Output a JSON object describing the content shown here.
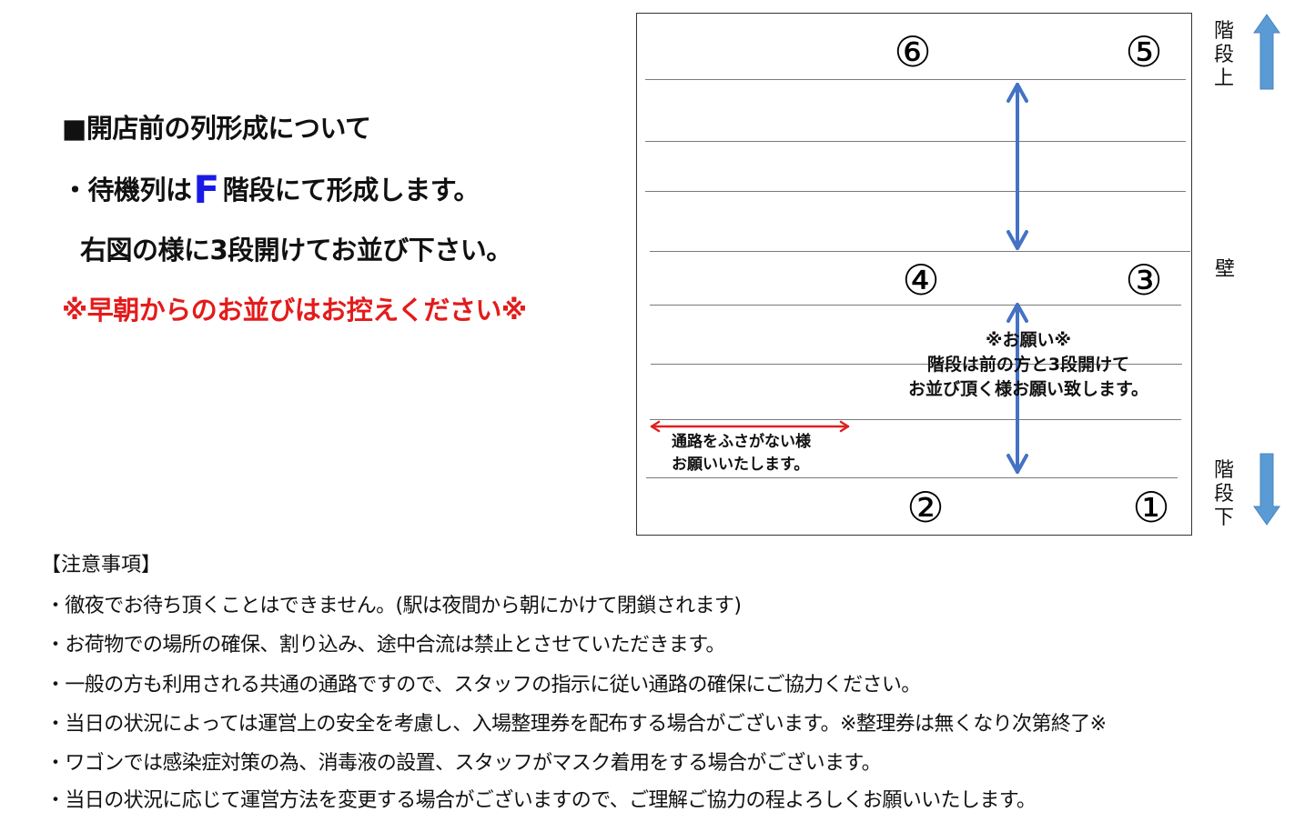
{
  "instructions": {
    "heading": "■開店前の列形成について",
    "line1_prefix": "・待機列は",
    "line1_accent": "F",
    "line1_suffix": "階段にて形成します。",
    "line2": "右図の様に3段開けてお並び下さい。",
    "warning": "※早朝からのお並びはお控えください※"
  },
  "colors": {
    "accent_blue_letter": "#1a1ae6",
    "warning_red": "#e41b1b",
    "arrow_blue": "#4472c4",
    "side_arrow_blue": "#5b9bd5",
    "passage_arrow_red": "#e02020",
    "line_gray": "#7a7a7a"
  },
  "diagram": {
    "positions": [
      {
        "id": 6,
        "label": "⑥"
      },
      {
        "id": 5,
        "label": "⑤"
      },
      {
        "id": 4,
        "label": "④"
      },
      {
        "id": 3,
        "label": "③"
      },
      {
        "id": 2,
        "label": "②"
      },
      {
        "id": 1,
        "label": "①"
      }
    ],
    "spacing_note": {
      "line1": "※お願い※",
      "line2": "階段は前の方と3段開けて",
      "line3": "お並び頂く様お願い致します。"
    },
    "passage_note": {
      "line1": "通路をふさがない様",
      "line2": "お願いいたします。"
    },
    "side": {
      "stairs_up": [
        "階",
        "段",
        "上"
      ],
      "wall": "壁",
      "stairs_down": [
        "階",
        "段",
        "下"
      ]
    }
  },
  "notices": {
    "title": "【注意事項】",
    "items": [
      "・徹夜でお待ち頂くことはできません。(駅は夜間から朝にかけて閉鎖されます)",
      "・お荷物での場所の確保、割り込み、途中合流は禁止とさせていただきます。",
      "・一般の方も利用される共通の通路ですので、スタッフの指示に従い通路の確保にご協力ください。",
      "・当日の状況によっては運営上の安全を考慮し、入場整理券を配布する場合がございます。※整理券は無くなり次第終了※",
      "・ワゴンでは感染症対策の為、消毒液の設置、スタッフがマスク着用をする場合がございます。",
      "・当日の状況に応じて運営方法を変更する場合がございますので、ご理解ご協力の程よろしくお願いいたします。"
    ]
  }
}
